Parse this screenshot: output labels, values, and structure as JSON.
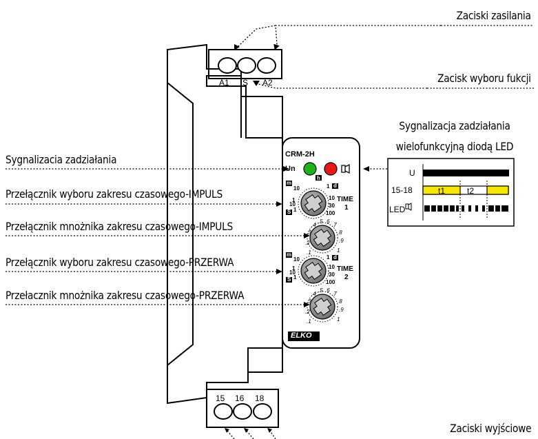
{
  "labels": {
    "power_terminals": "Zaciski zasilania",
    "function_terminal": "Zacisk wyboru fukcji",
    "led_multi_1": "Sygnalizacja zadziałania",
    "led_multi_2": "wielofunkcyjną diodą LED",
    "signal": "Sygnalizacia zadziałania",
    "range_impuls": "Przełącznik wyboru zakresu czasowego-IMPULS",
    "mult_impuls": "Przełącznik mnożnika zakresu czasowego-IMPULS",
    "range_przerwa": "Przełącznik wyboru zakresu czasowego-PRZERWA",
    "mult_przerwa": "Przełacznik mnożnika zakresu czasowego-PRZERWA",
    "output_terminals": "Zaciski wyjściowe"
  },
  "device": {
    "model": "CRM-2H",
    "un": "Un",
    "brand": "ELKO",
    "top_terminals": [
      "A1",
      "S",
      "A2"
    ],
    "bottom_terminals": [
      "15",
      "16",
      "18"
    ],
    "time1": "TIME",
    "time1_num": "1",
    "time2": "TIME",
    "time2_num": "2",
    "led_h": "h",
    "range_top": "m",
    "range_d": "d",
    "range_s": "S",
    "range_values_left": [
      "10",
      "1",
      "10",
      "1"
    ],
    "range_values_right": [
      "1",
      "10",
      "30",
      "100"
    ],
    "mult_values": [
      ".1",
      ".2",
      ".3",
      ".4",
      ".5",
      ".6",
      ".7",
      ".8",
      ".9",
      "1"
    ]
  },
  "timing": {
    "row_u": "U",
    "row_contacts": "15-18",
    "row_led": "LED",
    "t1": "t1",
    "t2": "t2"
  },
  "colors": {
    "led_green": "#1db31d",
    "led_red": "#e81717",
    "timing_yellow": "#f7e600",
    "dial": "#8a8a8a"
  }
}
